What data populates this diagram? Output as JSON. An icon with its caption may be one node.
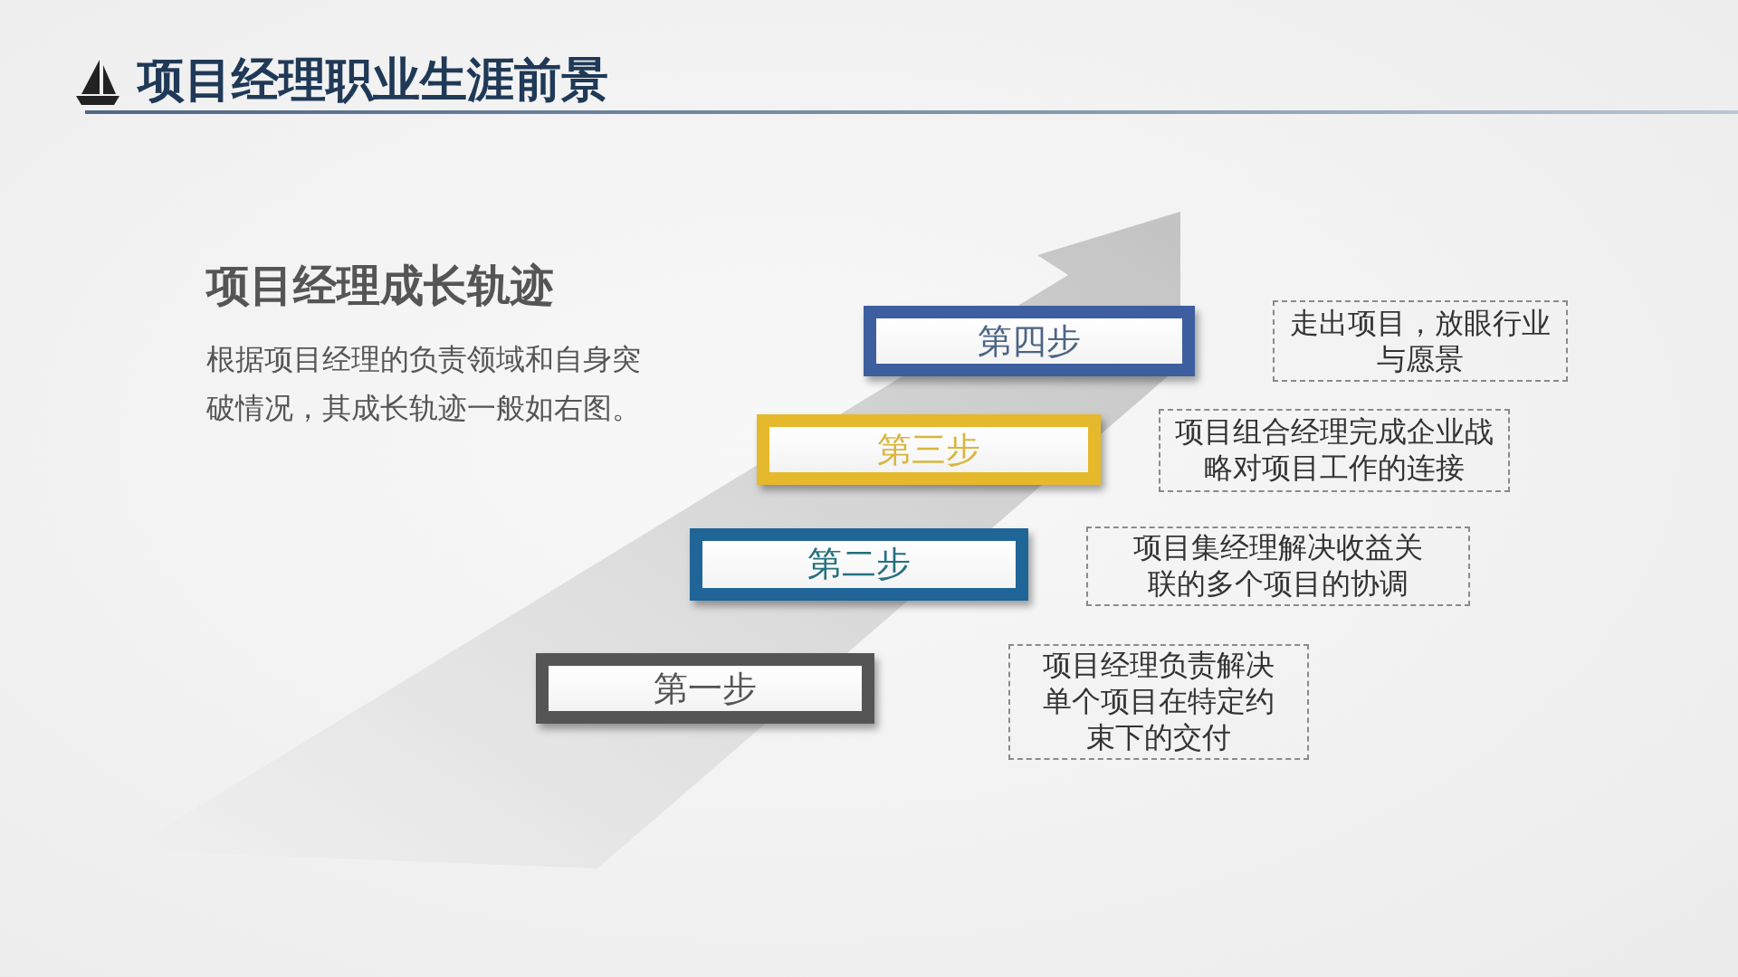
{
  "diagram": {
    "title": "项目经理职业生涯前景",
    "nodes": [
      {
        "text": [
          "第四步"
        ]
      },
      {
        "text": [
          "走出项目，放眼行业与愿景"
        ]
      },
      {
        "text": [
          "第三步"
        ]
      },
      {
        "text": [
          "项目组合经理完成企业战略对项目工作的连接"
        ]
      },
      {
        "text": [
          "第二步"
        ]
      },
      {
        "text": [
          "项目集经理解决收益关联的多个项目的协调"
        ]
      },
      {
        "text": [
          "第一步"
        ]
      },
      {
        "text": [
          "项目经理负责解决单个项目在特定约束下的交付"
        ]
      }
    ],
    "labels": [
      "项目经理成长轨迹",
      "根据项目经理的负责领域和自身突破情况，其成长轨迹一般如右图。"
    ]
  }
}
